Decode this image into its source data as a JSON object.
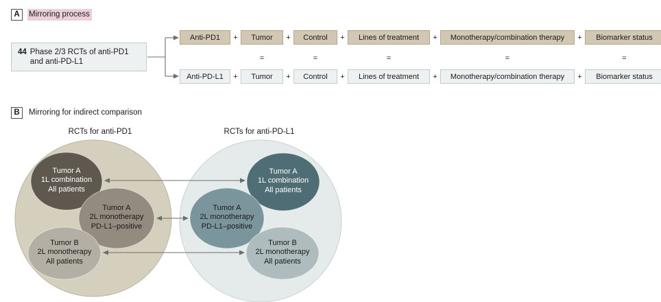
{
  "panels": {
    "a": {
      "badge": "A",
      "title": "Mirroring process",
      "highlight_color": "#eccfdb",
      "source": {
        "count": "44",
        "text_line1": "Phase 2/3 RCTs of anti-PD1",
        "text_line2": "and anti-PD-L1"
      },
      "plus": "+",
      "equals": "=",
      "rows": [
        {
          "name": "anti-pd1",
          "style": "tan",
          "color": "#d2c7b2",
          "nodes": [
            {
              "label": "Anti-PD1",
              "width": 74
            },
            {
              "label": "Tumor",
              "width": 62
            },
            {
              "label": "Control",
              "width": 64
            },
            {
              "label": "Lines of treatment",
              "width": 120
            },
            {
              "label": "Monotherapy/combination therapy",
              "width": 196
            },
            {
              "label": "Biomarker status",
              "width": 115
            }
          ]
        },
        {
          "name": "anti-pd-l1",
          "style": "grey",
          "color": "#eef1f1",
          "nodes": [
            {
              "label": "Anti-PD-L1",
              "width": 74
            },
            {
              "label": "Tumor",
              "width": 62
            },
            {
              "label": "Control",
              "width": 64
            },
            {
              "label": "Lines of treatment",
              "width": 120
            },
            {
              "label": "Monotherapy/combination therapy",
              "width": 196
            },
            {
              "label": "Biomarker status",
              "width": 115
            }
          ]
        }
      ],
      "equals_cells": [
        {
          "show": false,
          "width": 74
        },
        {
          "show": true,
          "width": 62
        },
        {
          "show": true,
          "width": 64
        },
        {
          "show": true,
          "width": 120
        },
        {
          "show": true,
          "width": 196
        },
        {
          "show": true,
          "width": 115
        }
      ]
    },
    "b": {
      "badge": "B",
      "title": "Mirroring for indirect comparison",
      "left_group_label": "RCTs for anti-PD1",
      "right_group_label": "RCTs for anti-PD-L1",
      "left_circle_color": "#d5cfbe",
      "right_circle_color": "#e5eaea",
      "bubbles": [
        {
          "side": "left",
          "name": "tumor-a-1l-combination-all-patients",
          "color": "#5f584e",
          "text_color": "light",
          "lines": [
            "Tumor A",
            "1L combination",
            "All patients"
          ]
        },
        {
          "side": "left",
          "name": "tumor-a-2l-monotherapy-pd-l1-positive",
          "color": "#948b80",
          "text_color": "dark",
          "lines": [
            "Tumor A",
            "2L monotherapy",
            "PD-L1–positive"
          ]
        },
        {
          "side": "left",
          "name": "tumor-b-2l-monotherapy-all-patients",
          "color": "#b4afa5",
          "text_color": "dark",
          "lines": [
            "Tumor B",
            "2L monotherapy",
            "All patients"
          ]
        },
        {
          "side": "right",
          "name": "tumor-a-1l-combination-all-patients",
          "color": "#4e6d75",
          "text_color": "light",
          "lines": [
            "Tumor A",
            "1L combination",
            "All patients"
          ]
        },
        {
          "side": "right",
          "name": "tumor-a-2l-monotherapy-pd-l1-positive",
          "color": "#7a959c",
          "text_color": "dark",
          "lines": [
            "Tumor A",
            "2L monotherapy",
            "PD-L1–positive"
          ]
        },
        {
          "side": "right",
          "name": "tumor-b-2l-monotherapy-all-patients",
          "color": "#aebcbe",
          "text_color": "dark",
          "lines": [
            "Tumor B",
            "2L monotherapy",
            "All patients"
          ]
        }
      ],
      "connectors": [
        {
          "name": "connector-tumor-a-1l"
        },
        {
          "name": "connector-tumor-a-2l"
        },
        {
          "name": "connector-tumor-b-2l"
        }
      ]
    }
  }
}
